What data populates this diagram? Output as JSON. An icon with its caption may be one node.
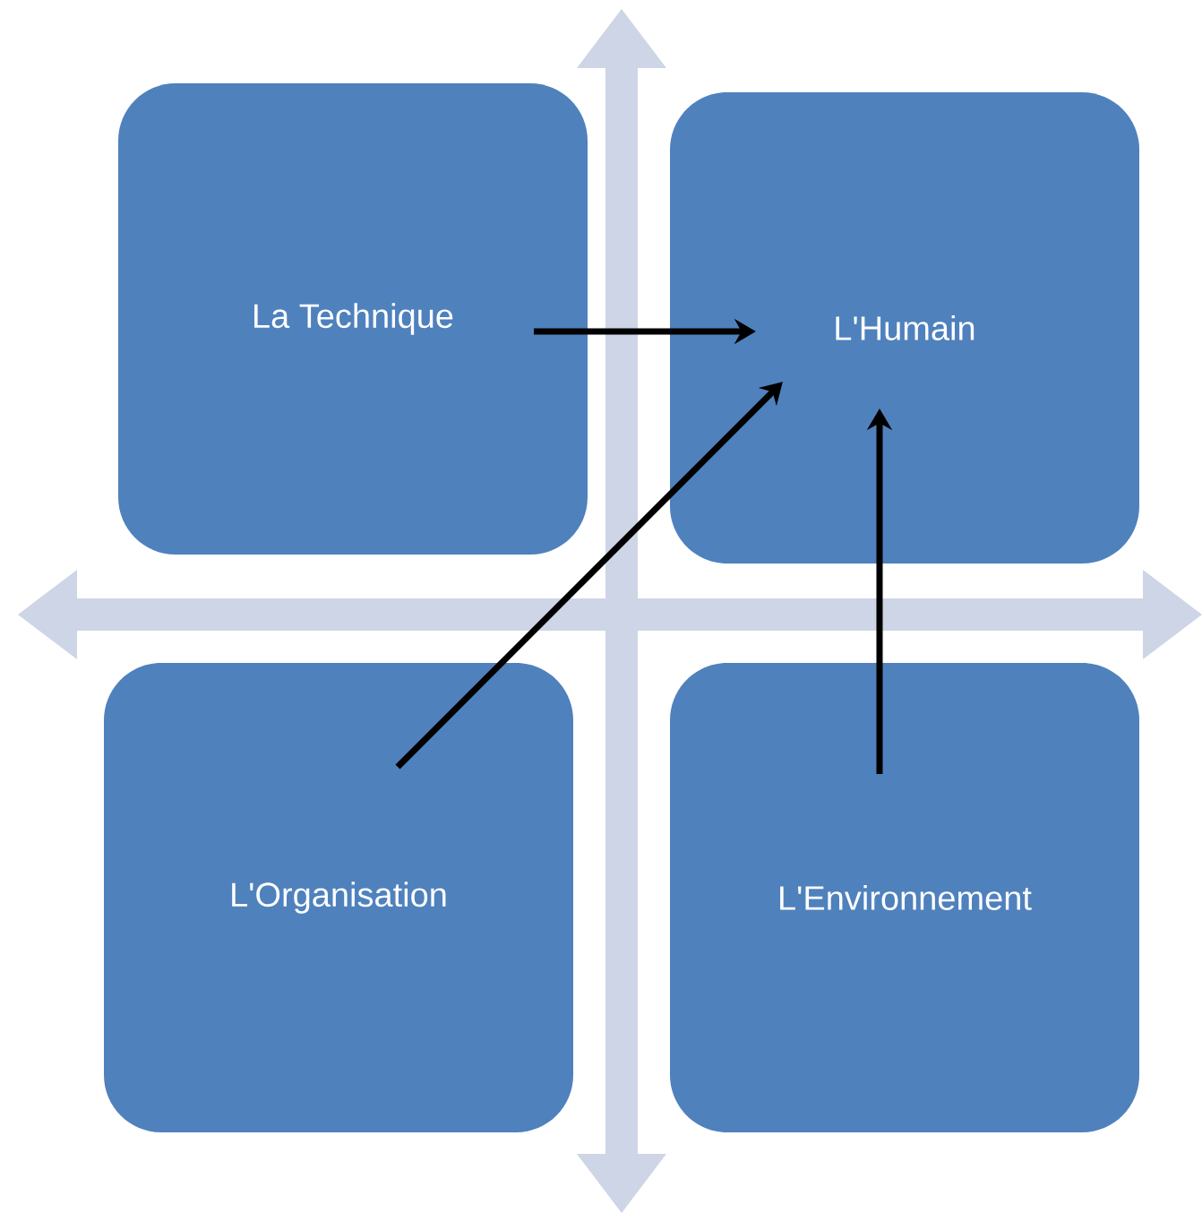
{
  "diagram": {
    "nodes": [
      {
        "text": [
          "La Technique"
        ]
      },
      {
        "text": [
          "L'Humain"
        ]
      },
      {
        "text": [
          "L'Organisation"
        ]
      },
      {
        "text": [
          "L'Environnement"
        ]
      }
    ],
    "edges": [
      {
        "from": 0,
        "to": 1,
        "arrow": "to"
      },
      {
        "from": 2,
        "to": 1,
        "arrow": "to"
      },
      {
        "from": 3,
        "to": 1,
        "arrow": "to"
      }
    ]
  }
}
